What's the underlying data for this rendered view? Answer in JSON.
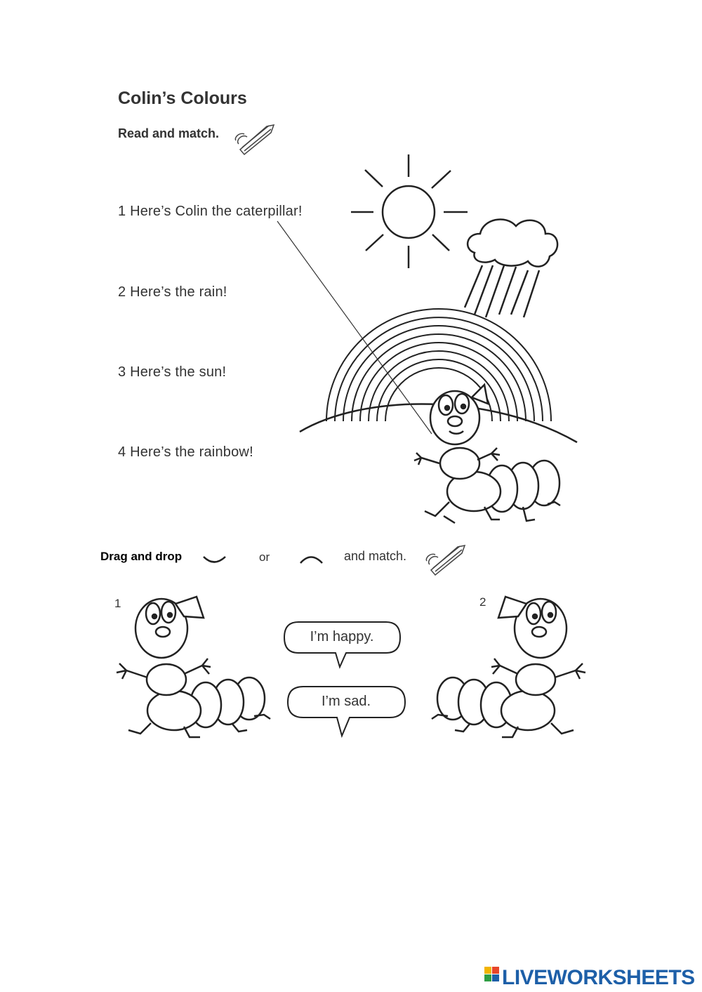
{
  "worksheet": {
    "title": "Colin’s Colours",
    "instruction": "Read and match.",
    "sentences": [
      "1 Here’s Colin the caterpillar!",
      "2 Here’s the rain!",
      "3 Here’s the sun!",
      "4 Here’s the rainbow!"
    ]
  },
  "part2": {
    "drag_label": "Drag and drop",
    "or_label": "or",
    "match_label": "and match.",
    "number_1": "1",
    "number_2": "2",
    "bubble_happy": "I’m happy.",
    "bubble_sad": "I’m sad."
  },
  "footer": {
    "brand": "LIVEWORKSHEETS"
  },
  "icons": [
    "pencil-icon",
    "smile-mouth-icon",
    "frown-mouth-icon",
    "liveworksheets-logo-icon"
  ]
}
